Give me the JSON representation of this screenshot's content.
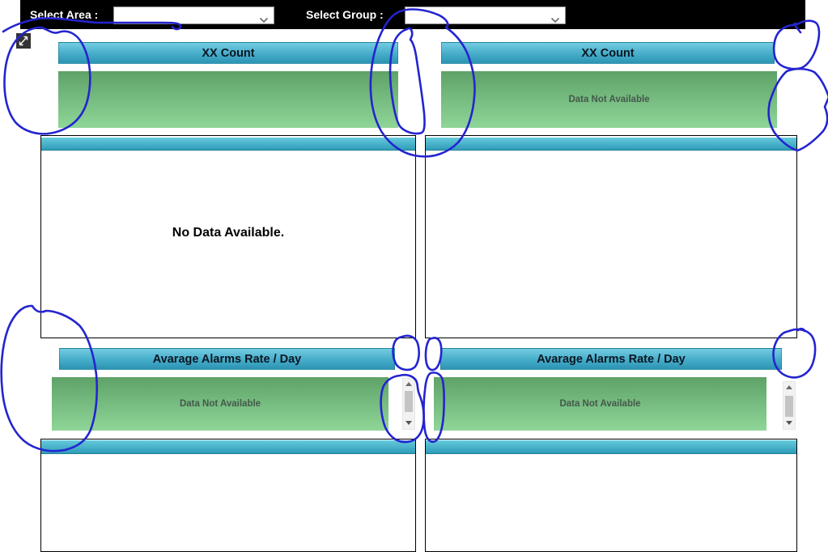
{
  "toolbar": {
    "select_area_label": "Select Area :",
    "select_area_value": "",
    "select_group_label": "Select Group :",
    "select_group_value": ""
  },
  "quadrants": {
    "top_left": {
      "title": "XX Count",
      "status": ""
    },
    "top_right": {
      "title": "XX Count",
      "status": "Data Not Available"
    },
    "bottom_left": {
      "title": "Avarage Alarms Rate / Day",
      "status": "Data Not Available"
    },
    "bottom_right": {
      "title": "Avarage Alarms Rate / Day",
      "status": "Data Not Available"
    }
  },
  "charts": {
    "top_left_message": "No Data Available.",
    "top_right_message": "",
    "bottom_left_message": "",
    "bottom_right_message": ""
  },
  "icons": {
    "combo_chevron": "chevron-down",
    "corner": "diagonal-resize-arrow",
    "scroll_up": "triangle-up",
    "scroll_down": "triangle-down"
  },
  "colors": {
    "topbar_bg": "#000000",
    "header_teal_top": "#74cce1",
    "header_teal_mid": "#45acc9",
    "header_teal_bottom": "#2d93b3",
    "cap_teal_top": "#66cadc",
    "cap_teal_bottom": "#2f9cb9",
    "banner_green_top": "#5ea268",
    "banner_green_bottom": "#8fd698",
    "status_text": "#44584b",
    "annotation_ink": "#2424d0"
  }
}
